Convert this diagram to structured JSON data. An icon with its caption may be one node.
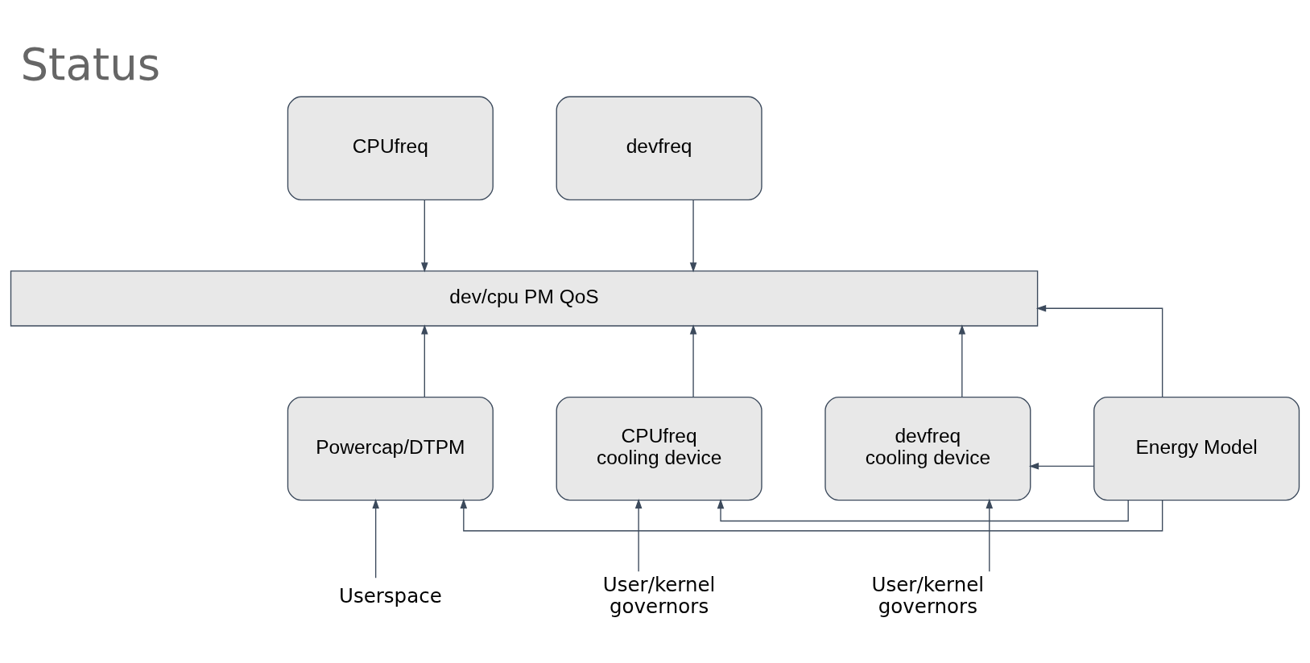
{
  "diagram": {
    "title": "Status",
    "nodes": [
      {
        "text": [
          "CPUfreq"
        ]
      },
      {
        "text": [
          "devfreq"
        ]
      },
      {
        "text": [
          "dev/cpu PM QoS"
        ]
      },
      {
        "text": [
          "Powercap/DTPM"
        ]
      },
      {
        "text": [
          "CPUfreq cooling device"
        ]
      },
      {
        "text": [
          "devfreq cooling device"
        ]
      },
      {
        "text": [
          "Energy Model"
        ]
      },
      {
        "text": [
          "Userspace"
        ]
      },
      {
        "text": [
          "User/kernel governors"
        ]
      },
      {
        "text": [
          "User/kernel governors"
        ]
      }
    ],
    "edges": [
      {
        "from": 0,
        "to": 2,
        "arrow": "to"
      },
      {
        "from": 1,
        "to": 2,
        "arrow": "to"
      },
      {
        "from": 3,
        "to": 2,
        "arrow": "to"
      },
      {
        "from": 4,
        "to": 2,
        "arrow": "to"
      },
      {
        "from": 5,
        "to": 2,
        "arrow": "to"
      },
      {
        "from": 6,
        "to": 2,
        "arrow": "to"
      },
      {
        "from": 7,
        "to": 3,
        "arrow": "to"
      },
      {
        "from": 8,
        "to": 4,
        "arrow": "to"
      },
      {
        "from": 9,
        "to": 5,
        "arrow": "to"
      },
      {
        "from": 6,
        "to": 3,
        "arrow": "to"
      },
      {
        "from": 6,
        "to": 4,
        "arrow": "to"
      },
      {
        "from": 6,
        "to": 5,
        "arrow": "to"
      }
    ]
  }
}
